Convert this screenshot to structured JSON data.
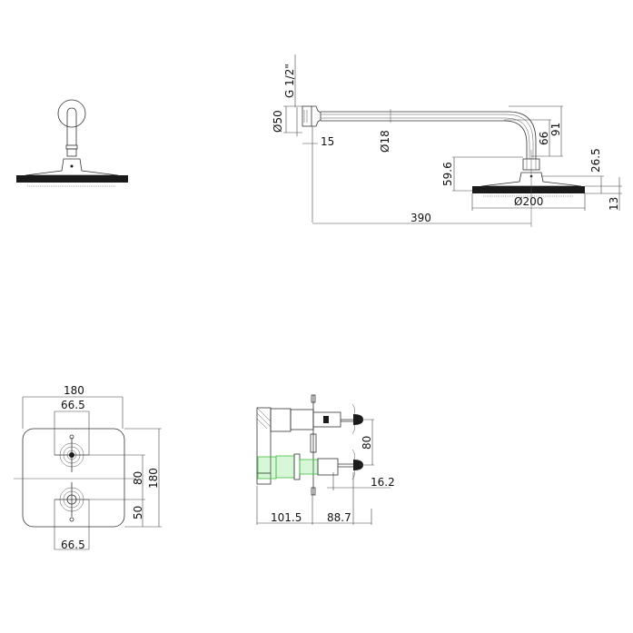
{
  "drawing": {
    "title": "Shower head with wall arm and twin concealed valve – dimension drawing",
    "views": {
      "shower_front": {
        "name": "Shower head front view"
      },
      "shower_side": {
        "name": "Shower arm side view",
        "dimensions": {
          "thread": "G 1/2\"",
          "flange_diameter": "Ø50",
          "flange_depth": "15",
          "pipe_diameter": "Ø18",
          "drop_inner": "66",
          "drop_outer": "91",
          "head_height": "59.6",
          "connector_height": "26.5",
          "head_diameter": "Ø200",
          "head_thickness": "13",
          "projection": "390"
        }
      },
      "valve_front": {
        "name": "Twin valve front plate",
        "dimensions": {
          "plate_width": "180",
          "top_handle_width": "66.5",
          "bottom_handle_width": "66.5",
          "handle_spacing": "80",
          "plate_height": "180",
          "lower_offset": "50"
        }
      },
      "valve_side": {
        "name": "Twin valve side section",
        "dimensions": {
          "handle_spacing": "80",
          "handle_depth": "16.2",
          "body_depth": "101.5",
          "projection": "88.7"
        }
      }
    },
    "colors": {
      "line": "#333333",
      "fill_dark": "#1a1a1a",
      "highlight": "#3fbf3f"
    }
  }
}
